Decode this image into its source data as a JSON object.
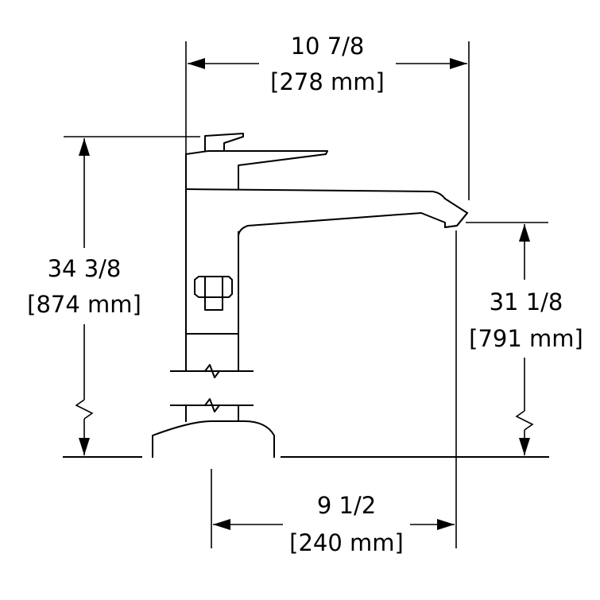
{
  "dimensions": {
    "top_width": {
      "imperial": "10 7/8",
      "metric": "[278 mm]"
    },
    "overall_height": {
      "imperial": "34 3/8",
      "metric": "[874 mm]"
    },
    "spout_height": {
      "imperial": "31 1/8",
      "metric": "[791 mm]"
    },
    "spout_reach": {
      "imperial": "9 1/2",
      "metric": "[240 mm]"
    }
  }
}
